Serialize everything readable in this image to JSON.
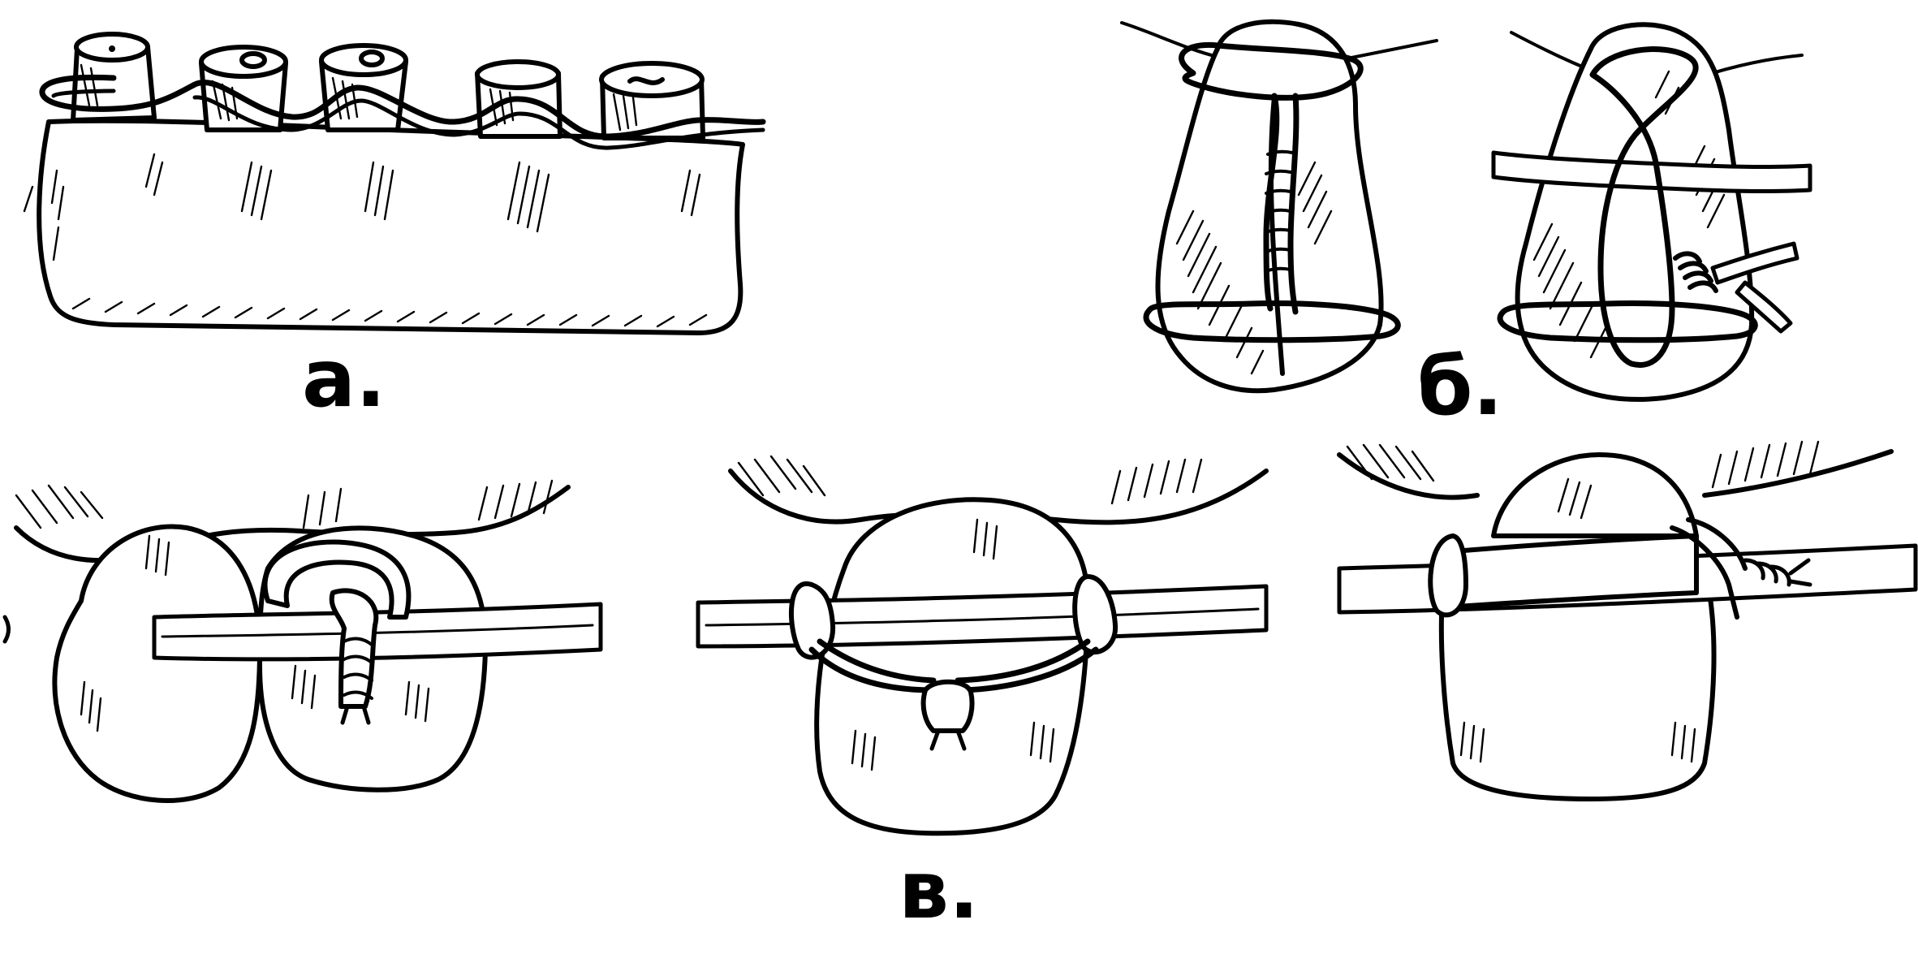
{
  "labels": {
    "a": "а.",
    "b": "б.",
    "v": "в."
  },
  "colors": {
    "ink": "#000000",
    "paper": "#ffffff"
  }
}
